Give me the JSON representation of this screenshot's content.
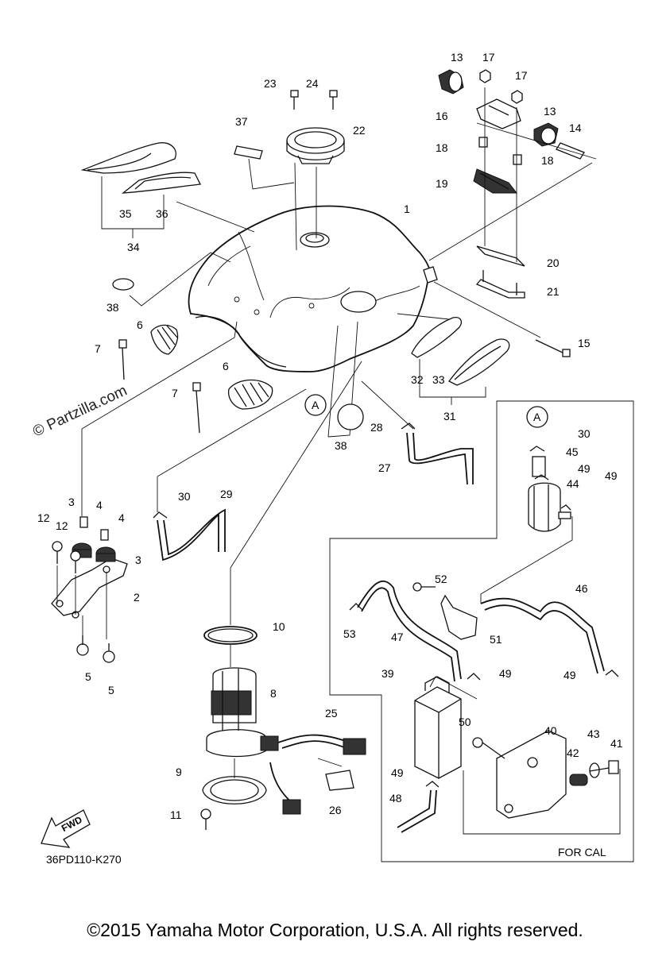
{
  "diagram": {
    "code": "36PD110-K270",
    "fwd_label": "FWD",
    "for_cal_label": "FOR CAL",
    "watermark": "© Partzilla.com",
    "copyright": "©2015 Yamaha Motor Corporation, U.S.A. All rights reserved.",
    "callouts": [
      {
        "id": "c1",
        "label": "1"
      },
      {
        "id": "c2",
        "label": "2"
      },
      {
        "id": "c3a",
        "label": "3"
      },
      {
        "id": "c3b",
        "label": "3"
      },
      {
        "id": "c4a",
        "label": "4"
      },
      {
        "id": "c4b",
        "label": "4"
      },
      {
        "id": "c5a",
        "label": "5"
      },
      {
        "id": "c5b",
        "label": "5"
      },
      {
        "id": "c6a",
        "label": "6"
      },
      {
        "id": "c6b",
        "label": "6"
      },
      {
        "id": "c7a",
        "label": "7"
      },
      {
        "id": "c7b",
        "label": "7"
      },
      {
        "id": "c8",
        "label": "8"
      },
      {
        "id": "c9",
        "label": "9"
      },
      {
        "id": "c10",
        "label": "10"
      },
      {
        "id": "c11",
        "label": "11"
      },
      {
        "id": "c12a",
        "label": "12"
      },
      {
        "id": "c12b",
        "label": "12"
      },
      {
        "id": "c13a",
        "label": "13"
      },
      {
        "id": "c13b",
        "label": "13"
      },
      {
        "id": "c14",
        "label": "14"
      },
      {
        "id": "c15",
        "label": "15"
      },
      {
        "id": "c16",
        "label": "16"
      },
      {
        "id": "c17a",
        "label": "17"
      },
      {
        "id": "c17b",
        "label": "17"
      },
      {
        "id": "c18a",
        "label": "18"
      },
      {
        "id": "c18b",
        "label": "18"
      },
      {
        "id": "c19",
        "label": "19"
      },
      {
        "id": "c20",
        "label": "20"
      },
      {
        "id": "c21",
        "label": "21"
      },
      {
        "id": "c22",
        "label": "22"
      },
      {
        "id": "c23",
        "label": "23"
      },
      {
        "id": "c24",
        "label": "24"
      },
      {
        "id": "c25",
        "label": "25"
      },
      {
        "id": "c26",
        "label": "26"
      },
      {
        "id": "c27",
        "label": "27"
      },
      {
        "id": "c28",
        "label": "28"
      },
      {
        "id": "c29",
        "label": "29"
      },
      {
        "id": "c30a",
        "label": "30"
      },
      {
        "id": "c30b",
        "label": "30"
      },
      {
        "id": "c31",
        "label": "31"
      },
      {
        "id": "c32",
        "label": "32"
      },
      {
        "id": "c33",
        "label": "33"
      },
      {
        "id": "c34",
        "label": "34"
      },
      {
        "id": "c35",
        "label": "35"
      },
      {
        "id": "c36",
        "label": "36"
      },
      {
        "id": "c37",
        "label": "37"
      },
      {
        "id": "c38a",
        "label": "38"
      },
      {
        "id": "c38b",
        "label": "38"
      },
      {
        "id": "c39",
        "label": "39"
      },
      {
        "id": "c40",
        "label": "40"
      },
      {
        "id": "c41",
        "label": "41"
      },
      {
        "id": "c42",
        "label": "42"
      },
      {
        "id": "c43",
        "label": "43"
      },
      {
        "id": "c44",
        "label": "44"
      },
      {
        "id": "c45",
        "label": "45"
      },
      {
        "id": "c46",
        "label": "46"
      },
      {
        "id": "c47",
        "label": "47"
      },
      {
        "id": "c48",
        "label": "48"
      },
      {
        "id": "c49a",
        "label": "49"
      },
      {
        "id": "c49b",
        "label": "49"
      },
      {
        "id": "c49c",
        "label": "49"
      },
      {
        "id": "c49d",
        "label": "49"
      },
      {
        "id": "c49e",
        "label": "49"
      },
      {
        "id": "c50",
        "label": "50"
      },
      {
        "id": "c51",
        "label": "51"
      },
      {
        "id": "c52",
        "label": "52"
      },
      {
        "id": "c53",
        "label": "53"
      },
      {
        "id": "refA1",
        "label": "A"
      },
      {
        "id": "refA2",
        "label": "A"
      }
    ]
  }
}
